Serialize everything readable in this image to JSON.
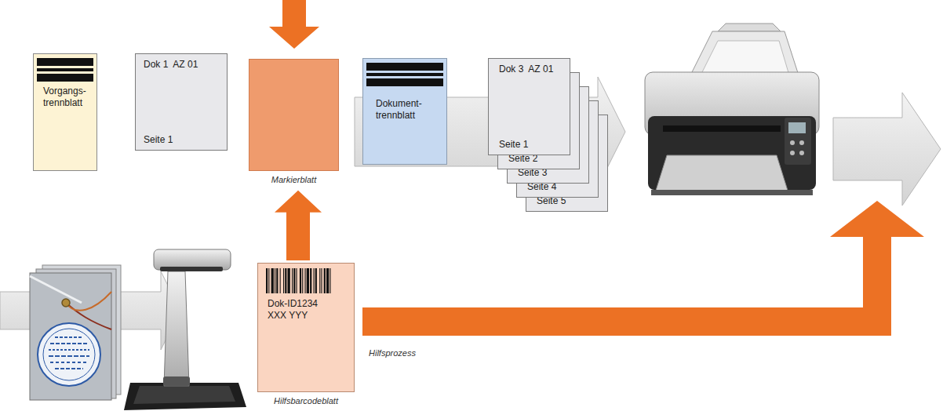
{
  "diagram": {
    "nodes": [
      {
        "text": [
          "Vorgangs- trennblatt"
        ]
      },
      {
        "text": [
          "Dok 1  AZ 01",
          "Seite 1"
        ]
      },
      {
        "text": [
          "Markierblatt"
        ]
      },
      {
        "text": [
          "Dokument- trennblatt"
        ]
      },
      {
        "text": [
          "Dok 3  AZ 01",
          "Seite 1"
        ]
      },
      {
        "text": [
          "Seite 2"
        ]
      },
      {
        "text": [
          "Seite 3"
        ]
      },
      {
        "text": [
          "Seite 4"
        ]
      },
      {
        "text": [
          "Seite 5"
        ]
      },
      {
        "text": [
          "Dok-ID1234 XXX YYY",
          "Hilfsbarcodeblatt"
        ]
      }
    ],
    "edges": [
      {
        "from": 9,
        "to": 2,
        "arrow": "to"
      }
    ],
    "labels": [
      "Hilfsprozess"
    ]
  }
}
